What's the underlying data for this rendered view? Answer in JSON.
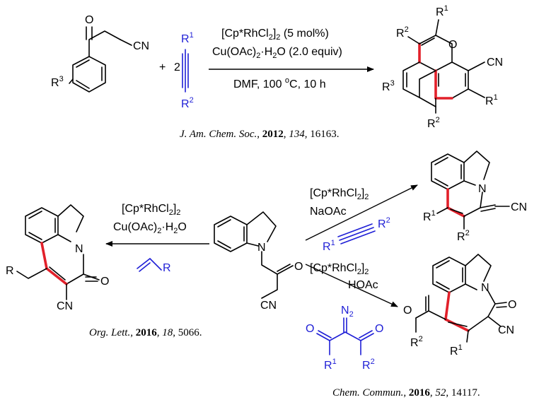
{
  "reaction1": {
    "reagent_ketone_cn": "CN",
    "reagent_ketone_o": "O",
    "reagent_ketone_r": "R",
    "reagent_ketone_r_sup": "3",
    "plus": "+",
    "equiv": "2",
    "alkyne_r1": "R",
    "alkyne_r1_sup": "1",
    "alkyne_r2": "R",
    "alkyne_r2_sup": "2",
    "conditions_1": "[Cp*RhCl",
    "conditions_1_sub": "2",
    "conditions_1_end": "]",
    "conditions_1_sub2": "2",
    "conditions_1_tail": " (5 mol%)",
    "conditions_2a": "Cu(OAc)",
    "conditions_2_sub": "2",
    "conditions_2b": "·H",
    "conditions_2_sub2": "2",
    "conditions_2c": "O (2.0 equiv)",
    "conditions_3a": "DMF, 100 ",
    "conditions_3_sup": "o",
    "conditions_3b": "C, 10 h",
    "product_r1_top": "R",
    "product_r1_top_sup": "1",
    "product_r2_top": "R",
    "product_r2_top_sup": "2",
    "product_o": "O",
    "product_cn": "CN",
    "product_r3": "R",
    "product_r3_sup": "3",
    "product_r1_bottom": "R",
    "product_r1_bottom_sup": "1",
    "product_r2_bottom": "R",
    "product_r2_bottom_sup": "2",
    "citation_journal": "J. Am. Chem. Soc.",
    "citation_sep1": ", ",
    "citation_year": "2012",
    "citation_sep2": ", ",
    "citation_volume": "134",
    "citation_pages": ", 16163."
  },
  "center": {
    "n_label": "N",
    "o_label": "O",
    "cn_label": "CN"
  },
  "left": {
    "cond_1a": "[Cp*RhCl",
    "cond_1_sub": "2",
    "cond_1b": "]",
    "cond_1_sub2": "2",
    "cond_2a": "Cu(OAc)",
    "cond_2_sub": "2",
    "cond_2b": "·H",
    "cond_2_sub2": "2",
    "cond_2c": "O",
    "alkene_r": "R",
    "product_n": "N",
    "product_o": "O",
    "product_r": "R",
    "product_cn": "CN",
    "citation_journal": "Org. Lett.",
    "citation_sep1": ", ",
    "citation_year": "2016",
    "citation_sep2": ", ",
    "citation_volume": "18",
    "citation_pages": ", 5066."
  },
  "upper_right": {
    "cond_1a": "[Cp*RhCl",
    "cond_1_sub": "2",
    "cond_1b": "]",
    "cond_1_sub2": "2",
    "cond_2": "NaOAc",
    "alkyne_r1": "R",
    "alkyne_r1_sup": "1",
    "alkyne_r2": "R",
    "alkyne_r2_sup": "2",
    "product_n": "N",
    "product_cn": "CN",
    "product_r1": "R",
    "product_r1_sup": "1",
    "product_r2": "R",
    "product_r2_sup": "2"
  },
  "lower_right": {
    "cond_1a": "[Cp*RhCl",
    "cond_1_sub": "2",
    "cond_1b": "]",
    "cond_1_sub2": "2",
    "cond_2": "HOAc",
    "diazo_n": "N",
    "diazo_n_sub": "2",
    "diazo_o_left": "O",
    "diazo_o_right": "O",
    "diazo_r1": "R",
    "diazo_r1_sup": "1",
    "diazo_r2": "R",
    "diazo_r2_sup": "2",
    "product_n": "N",
    "product_o_ring": "O",
    "product_o_acyl": "O",
    "product_r2": "R",
    "product_r2_sup": "2",
    "product_r1": "R",
    "product_r1_sup": "1",
    "product_cn": "CN",
    "citation_journal": "Chem. Commun.",
    "citation_sep1": ", ",
    "citation_year": "2016",
    "citation_sep2": ", ",
    "citation_volume": "52",
    "citation_pages": ", 14117."
  },
  "colors": {
    "bond": "#000000",
    "reagent": "#1f1fd6",
    "new_bond": "#e2202a"
  }
}
